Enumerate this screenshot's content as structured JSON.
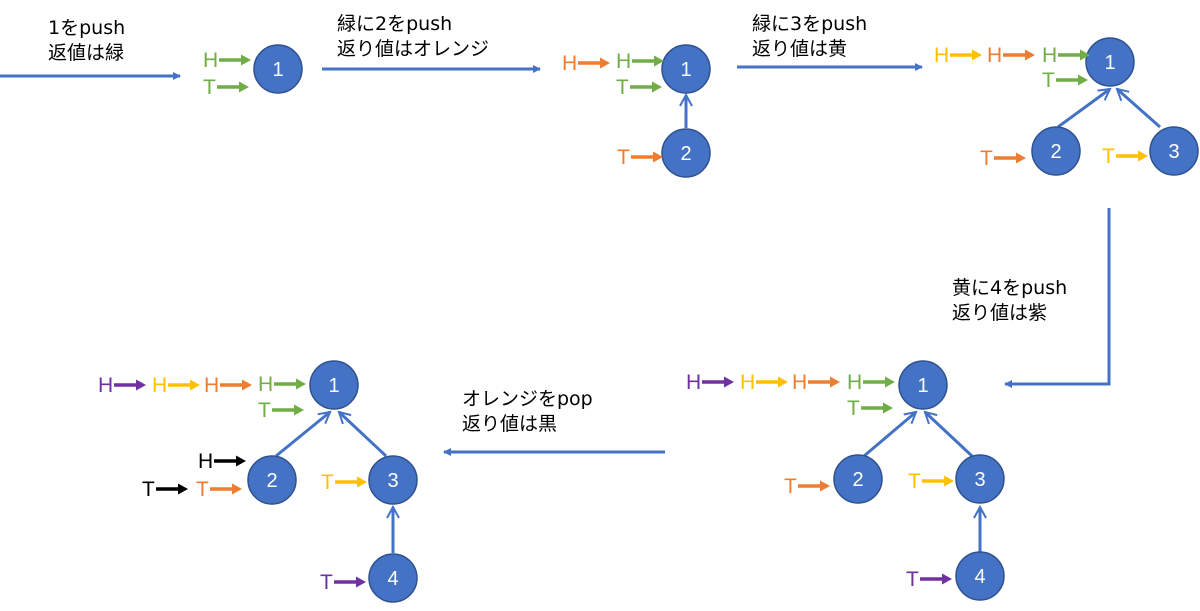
{
  "colors": {
    "node": "#4472C4",
    "main_arrow": "#4472C4",
    "green": "#70AD47",
    "orange": "#ED7D31",
    "yellow": "#FFC000",
    "purple": "#7030A0",
    "black": "#000000"
  },
  "pointer_letters": {
    "head": "H",
    "tail": "T"
  },
  "steps": [
    {
      "line1": "1をpush",
      "line2": "返値は緑"
    },
    {
      "line1": "緑に2をpush",
      "line2": "返り値はオレンジ"
    },
    {
      "line1": "緑に3をpush",
      "line2": "返り値は黄"
    },
    {
      "line1": "黄に4をpush",
      "line2": "返り値は紫"
    },
    {
      "line1": "オレンジをpop",
      "line2": "返り値は黒"
    }
  ],
  "node_labels": {
    "n1": "1",
    "n2": "2",
    "n3": "3",
    "n4": "4"
  }
}
